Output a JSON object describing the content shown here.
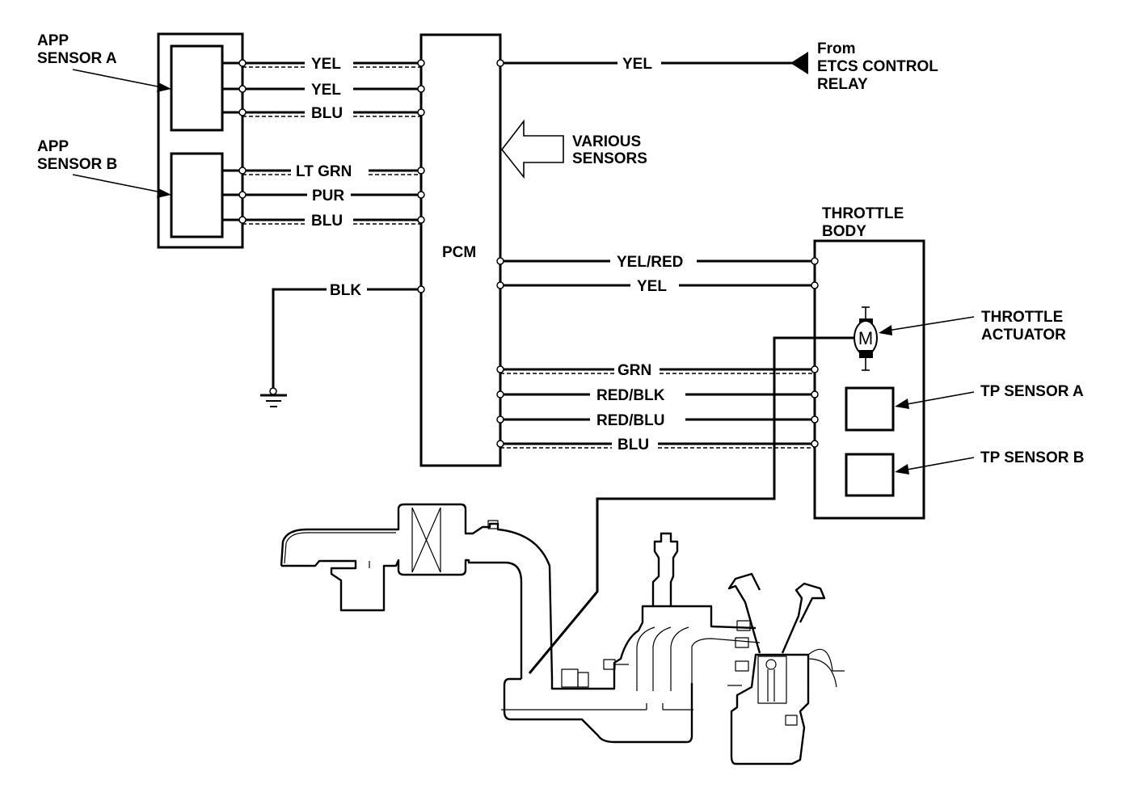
{
  "diagram": {
    "type": "wiring-schematic",
    "subject": "Electronic Throttle Control System (ETCS) circuit",
    "components": {
      "app_sensor_a": {
        "label_line1": "APP",
        "label_line2": "SENSOR A"
      },
      "app_sensor_b": {
        "label_line1": "APP",
        "label_line2": "SENSOR B"
      },
      "pcm": {
        "label": "PCM"
      },
      "etcs_relay": {
        "label_line1": "From",
        "label_line2": "ETCS CONTROL",
        "label_line3": "RELAY"
      },
      "various_sensors": {
        "label_line1": "VARIOUS",
        "label_line2": "SENSORS"
      },
      "throttle_body": {
        "label_line1": "THROTTLE",
        "label_line2": "BODY"
      },
      "throttle_actuator": {
        "label_line1": "THROTTLE",
        "label_line2": "ACTUATOR",
        "motor_symbol": "M"
      },
      "tp_sensor_a": {
        "label": "TP SENSOR A"
      },
      "tp_sensor_b": {
        "label": "TP SENSOR B"
      },
      "ground": {
        "symbol": "ground-icon"
      }
    },
    "wires": {
      "app_a": [
        {
          "color": "YEL",
          "shielded": true,
          "from": "APP SENSOR A",
          "to": "PCM"
        },
        {
          "color": "YEL",
          "shielded": false,
          "from": "APP SENSOR A",
          "to": "PCM"
        },
        {
          "color": "BLU",
          "shielded": true,
          "from": "APP SENSOR A",
          "to": "PCM"
        }
      ],
      "app_b": [
        {
          "color": "LT GRN",
          "shielded": true,
          "from": "APP SENSOR B",
          "to": "PCM"
        },
        {
          "color": "PUR",
          "shielded": false,
          "from": "APP SENSOR B",
          "to": "PCM"
        },
        {
          "color": "BLU",
          "shielded": true,
          "from": "APP SENSOR B",
          "to": "PCM"
        }
      ],
      "ground": {
        "color": "BLK",
        "shielded": false,
        "from": "PCM",
        "to": "Ground"
      },
      "relay": {
        "color": "YEL",
        "shielded": false,
        "from": "ETCS CONTROL RELAY",
        "to": "PCM"
      },
      "actuator": [
        {
          "color": "YEL/RED",
          "shielded": false,
          "from": "PCM",
          "to": "THROTTLE BODY"
        },
        {
          "color": "YEL",
          "shielded": false,
          "from": "PCM",
          "to": "THROTTLE BODY"
        }
      ],
      "tp": [
        {
          "color": "GRN",
          "shielded": true,
          "from": "PCM",
          "to": "THROTTLE BODY"
        },
        {
          "color": "RED/BLK",
          "shielded": false,
          "from": "PCM",
          "to": "THROTTLE BODY"
        },
        {
          "color": "RED/BLU",
          "shielded": false,
          "from": "PCM",
          "to": "THROTTLE BODY"
        },
        {
          "color": "BLU",
          "shielded": true,
          "from": "PCM",
          "to": "THROTTLE BODY"
        }
      ]
    },
    "illustration": {
      "name": "engine-intake-cutaway"
    }
  }
}
